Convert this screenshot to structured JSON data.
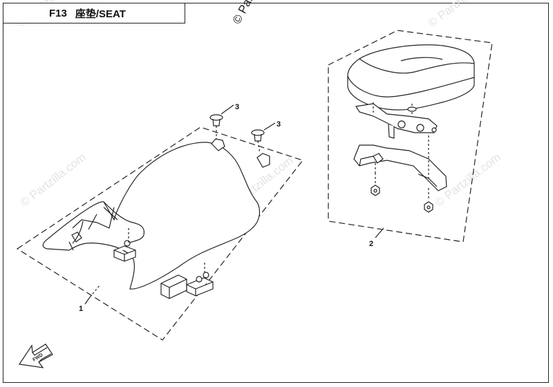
{
  "diagram": {
    "fig_code": "F13",
    "fig_title": "座垫/SEAT",
    "watermark_text": "© Partzilla.com",
    "watermark_clip_text": "© Parts",
    "fwd_label": "FWD",
    "callouts": {
      "front_seat": "1",
      "rear_seat": "2",
      "bolt_left": "3",
      "bolt_right": "3"
    },
    "colors": {
      "line": "#222222",
      "watermark": "#e3e3e3"
    }
  }
}
